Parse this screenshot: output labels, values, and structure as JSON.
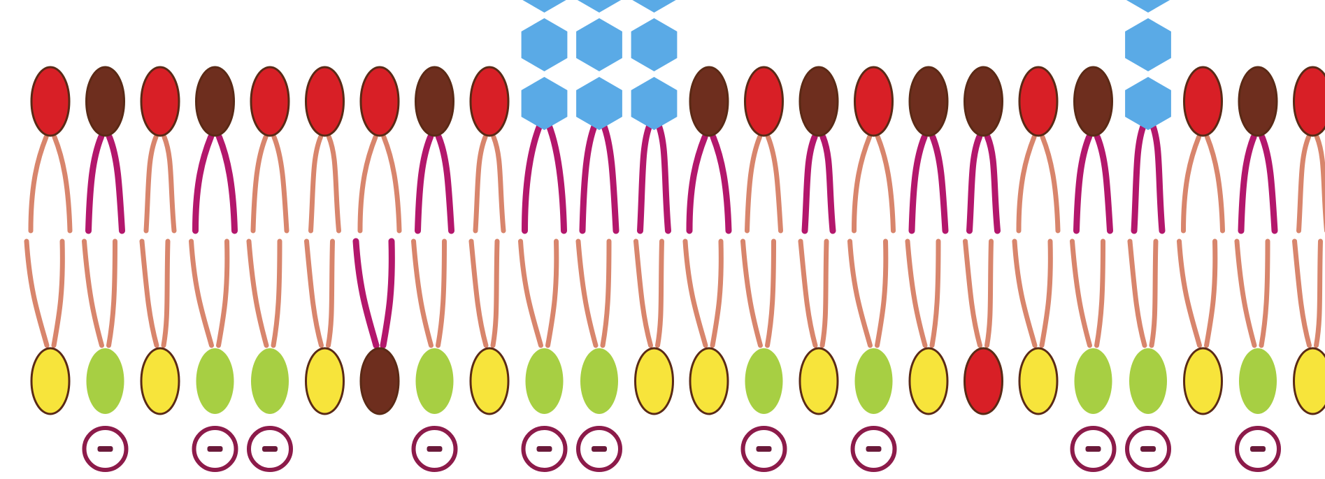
{
  "colors": {
    "background": "#ffffff",
    "head_red": "#d81f26",
    "head_brown": "#6e2e1e",
    "head_yellow": "#f7e43b",
    "head_green": "#a7cf43",
    "head_outline": "#5a2a16",
    "tail_pink": "#d8856c",
    "tail_magenta": "#b3176c",
    "sugar_blue": "#5aaae6",
    "charge_ring": "#8c1b4a",
    "charge_fill": "#ffffff",
    "charge_minus": "#6a1a3a"
  },
  "outer_leaflet": [
    {
      "head": "red",
      "tail": "pink",
      "sugars": 0
    },
    {
      "head": "brown",
      "tail": "magenta",
      "sugars": 0
    },
    {
      "head": "red",
      "tail": "pink",
      "sugars": 0
    },
    {
      "head": "brown",
      "tail": "magenta",
      "sugars": 0
    },
    {
      "head": "red",
      "tail": "pink",
      "sugars": 0
    },
    {
      "head": "red",
      "tail": "pink",
      "sugars": 0
    },
    {
      "head": "red",
      "tail": "pink",
      "sugars": 0
    },
    {
      "head": "brown",
      "tail": "magenta",
      "sugars": 0
    },
    {
      "head": "red",
      "tail": "pink",
      "sugars": 0
    },
    {
      "head": "none",
      "tail": "magenta",
      "sugars": 3
    },
    {
      "head": "none",
      "tail": "magenta",
      "sugars": 3
    },
    {
      "head": "none",
      "tail": "magenta",
      "sugars": 3
    },
    {
      "head": "brown",
      "tail": "magenta",
      "sugars": 0
    },
    {
      "head": "red",
      "tail": "pink",
      "sugars": 0
    },
    {
      "head": "brown",
      "tail": "magenta",
      "sugars": 0
    },
    {
      "head": "red",
      "tail": "pink",
      "sugars": 0
    },
    {
      "head": "brown",
      "tail": "magenta",
      "sugars": 0
    },
    {
      "head": "brown",
      "tail": "magenta",
      "sugars": 0
    },
    {
      "head": "red",
      "tail": "pink",
      "sugars": 0
    },
    {
      "head": "brown",
      "tail": "magenta",
      "sugars": 0
    },
    {
      "head": "none",
      "tail": "magenta",
      "sugars": 3
    },
    {
      "head": "red",
      "tail": "pink",
      "sugars": 0
    },
    {
      "head": "brown",
      "tail": "magenta",
      "sugars": 0
    },
    {
      "head": "red",
      "tail": "pink",
      "sugars": 0
    }
  ],
  "inner_leaflet": [
    {
      "head": "yellow",
      "tail": "pink",
      "charge": false
    },
    {
      "head": "green",
      "tail": "pink",
      "charge": true
    },
    {
      "head": "yellow",
      "tail": "pink",
      "charge": false
    },
    {
      "head": "green",
      "tail": "pink",
      "charge": true
    },
    {
      "head": "green",
      "tail": "pink",
      "charge": true
    },
    {
      "head": "yellow",
      "tail": "pink",
      "charge": false
    },
    {
      "head": "brown",
      "tail": "magenta",
      "charge": false
    },
    {
      "head": "green",
      "tail": "pink",
      "charge": true
    },
    {
      "head": "yellow",
      "tail": "pink",
      "charge": false
    },
    {
      "head": "green",
      "tail": "pink",
      "charge": true
    },
    {
      "head": "green",
      "tail": "pink",
      "charge": true
    },
    {
      "head": "yellow",
      "tail": "pink",
      "charge": false
    },
    {
      "head": "yellow",
      "tail": "pink",
      "charge": false
    },
    {
      "head": "green",
      "tail": "pink",
      "charge": true
    },
    {
      "head": "yellow",
      "tail": "pink",
      "charge": false
    },
    {
      "head": "green",
      "tail": "pink",
      "charge": true
    },
    {
      "head": "yellow",
      "tail": "pink",
      "charge": false
    },
    {
      "head": "red",
      "tail": "pink",
      "charge": false
    },
    {
      "head": "yellow",
      "tail": "pink",
      "charge": false
    },
    {
      "head": "green",
      "tail": "pink",
      "charge": true
    },
    {
      "head": "green",
      "tail": "pink",
      "charge": true
    },
    {
      "head": "yellow",
      "tail": "pink",
      "charge": false
    },
    {
      "head": "green",
      "tail": "pink",
      "charge": true
    },
    {
      "head": "yellow",
      "tail": "pink",
      "charge": false
    }
  ]
}
